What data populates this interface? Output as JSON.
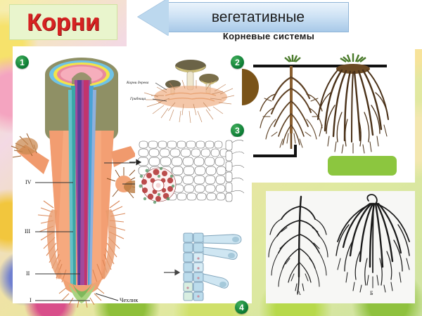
{
  "slide": {
    "title": "Корни",
    "banner_text": "вегетативные",
    "subtitle": "Корневые системы",
    "title_color": "#d62222",
    "title_box_color": "#e9f5cd",
    "banner_color": "#bcd8ee",
    "badge_color": "#0b7a33",
    "green_box_color": "#8cc63f"
  },
  "badges": [
    {
      "number": "1"
    },
    {
      "number": "2"
    },
    {
      "number": "3"
    },
    {
      "number": "4"
    }
  ],
  "figure_root_section": {
    "zone_labels": [
      {
        "text": "IV"
      },
      {
        "text": "III"
      },
      {
        "text": "II"
      },
      {
        "text": "I"
      }
    ],
    "cap_label": "Чехлик"
  },
  "figure_mycorrhiza": {
    "labels": [
      {
        "text": "Корни дерева"
      },
      {
        "text": "Грибница"
      }
    ]
  },
  "figure_root_systems_bottom": {
    "labels": [
      {
        "text": "А"
      },
      {
        "text": "Б"
      }
    ]
  }
}
